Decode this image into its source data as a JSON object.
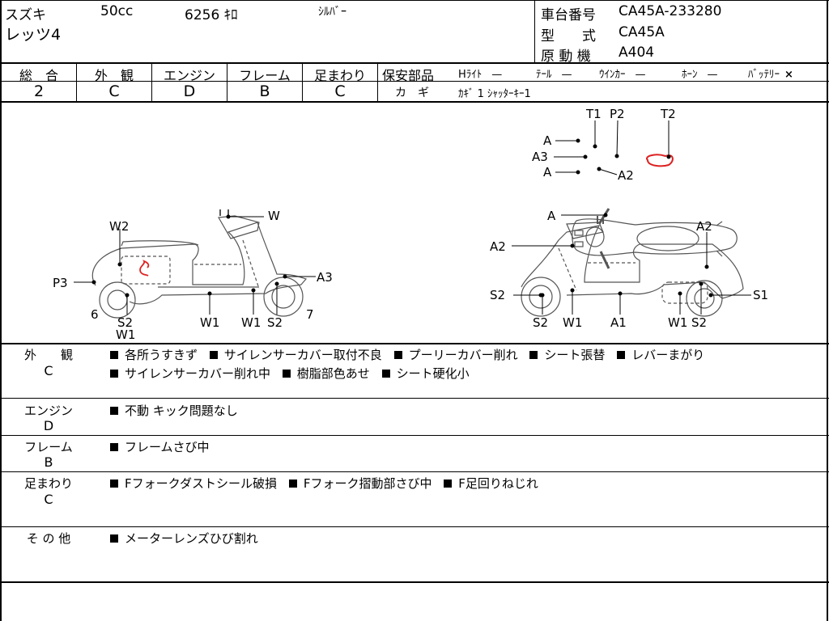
{
  "header": {
    "maker": "スズキ",
    "displacement": "50cc",
    "mileage": "6256 ｷﾛ",
    "color": "ｼﾙﾊﾞｰ",
    "model_name": "レッツ4",
    "frame_no_label": "車台番号",
    "frame_no_value": "CA45A-233280",
    "model_type_label": "型　　式",
    "model_type_value": "CA45A",
    "engine_label": "原 動 機",
    "engine_value": "A404"
  },
  "grades": {
    "overall_label": "総　合",
    "overall": "2",
    "exterior_label": "外　観",
    "exterior": "C",
    "engine_label": "エンジン",
    "engine": "D",
    "frame_label": "フレーム",
    "frame": "B",
    "suspension_label": "足まわり",
    "suspension": "C"
  },
  "safety": {
    "label": "保安部品",
    "items": [
      {
        "name": "Hﾗｲﾄ",
        "status": "—"
      },
      {
        "name": "ﾃｰﾙ",
        "status": "—"
      },
      {
        "name": "ｳｲﾝｶｰ",
        "status": "—"
      },
      {
        "name": "ﾎｰﾝ",
        "status": "—"
      },
      {
        "name": "ﾊﾞｯﾃﾘｰ",
        "status": "×"
      }
    ],
    "key_label": "カ　ギ",
    "key_value": "ｶｷﾞ 1  ｼｬｯﾀｰｷｰ1"
  },
  "diagram": {
    "top": {
      "t1": "T1",
      "p2": "P2",
      "t2": "T2",
      "a1": "A",
      "a3": "A3",
      "a2": "A",
      "a2b": "A2"
    },
    "left": {
      "w": "W",
      "w2": "W2",
      "p3": "P3",
      "a3": "A3",
      "six": "6",
      "s2": "S2",
      "w1a": "W1",
      "w1b": "W1",
      "w1c": "W1",
      "s2b": "S2",
      "seven": "7"
    },
    "right": {
      "a": "A",
      "a2l": "A2",
      "a2r": "A2",
      "s2l": "S2",
      "s1": "S1",
      "s2a": "S2",
      "w1": "W1",
      "a1": "A1",
      "w1b": "W1",
      "s2b": "S2"
    }
  },
  "sections": [
    {
      "title": "外　　観",
      "grade": "C",
      "lines": [
        [
          "各所うすきず",
          "サイレンサーカバー取付不良",
          "プーリーカバー削れ",
          "シート張替",
          "レバーまがり"
        ],
        [
          "サイレンサーカバー削れ中",
          "樹脂部色あせ",
          "シート硬化小"
        ]
      ]
    },
    {
      "title": "エンジン",
      "grade": "D",
      "lines": [
        [
          "不動  キック問題なし"
        ]
      ]
    },
    {
      "title": "フレーム",
      "grade": "B",
      "lines": [
        [
          "フレームさび中"
        ]
      ]
    },
    {
      "title": "足まわり",
      "grade": "C",
      "lines": [
        [
          "Fフォークダストシール破損",
          "Fフォーク摺動部さび中",
          "F足回りねじれ"
        ]
      ]
    },
    {
      "title": "そ の 他",
      "grade": "",
      "lines": [
        [
          "メーターレンズひび割れ"
        ]
      ]
    }
  ]
}
